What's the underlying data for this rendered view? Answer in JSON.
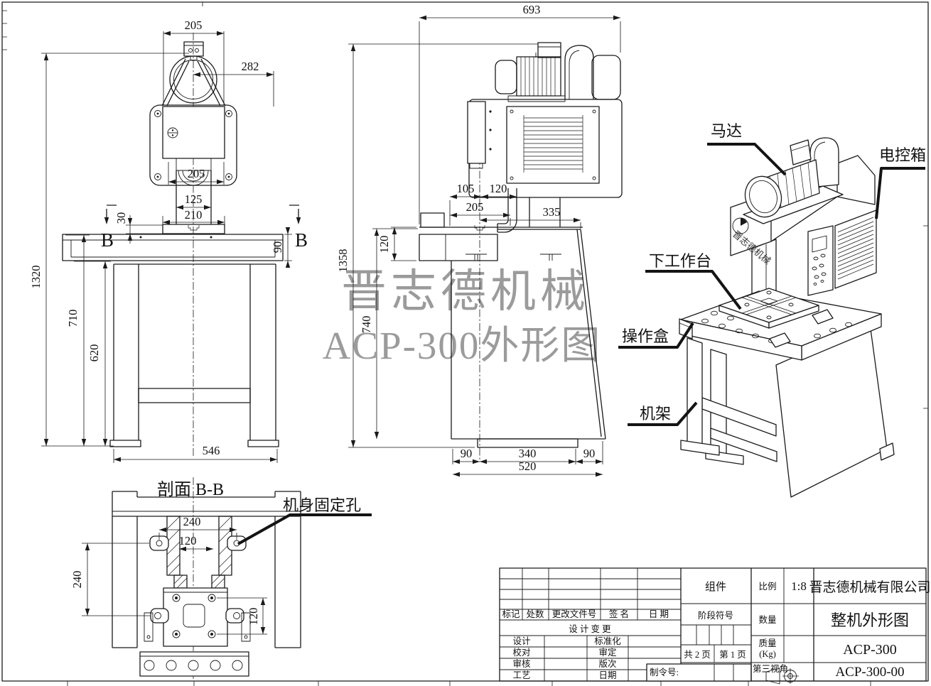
{
  "watermark": {
    "line1": "晋志德机械",
    "line2": "ACP-300外形图"
  },
  "front_view": {
    "dim_motor_width": "205",
    "dim_panel_offset": "282",
    "dim_body_width": "205",
    "dim_ram_width": "125",
    "dim_slide_width": "210",
    "dim_plate_height": "30",
    "dim_table_height": "90",
    "dim_total_height": "1320",
    "dim_stand_upper": "710",
    "dim_stand_lower": "620",
    "dim_base_width": "546",
    "section_letter_left": "B",
    "section_letter_right": "B"
  },
  "side_view": {
    "dim_total_depth": "693",
    "dim_105": "105",
    "dim_120_top": "120",
    "dim_205": "205",
    "dim_335": "335",
    "dim_total_height": "1358",
    "dim_740": "740",
    "dim_120_left": "120",
    "dim_90_front": "90",
    "dim_340": "340",
    "dim_90_rear": "90",
    "dim_base_depth": "520"
  },
  "iso_view": {
    "label_motor": "马达",
    "label_control_box": "电控箱",
    "label_lower_table": "下工作台",
    "label_operation_box": "操作盒",
    "label_frame": "机架",
    "machine_logo": "晋志德机械"
  },
  "section_view": {
    "title": "剖面 B-B",
    "label_fixing_holes": "机身固定孔",
    "dim_240_h": "240",
    "dim_120_h": "120",
    "dim_240_v": "240",
    "dim_120_v": "120"
  },
  "title_block": {
    "part_type": "组件",
    "scale_label": "比例",
    "scale_value": "1:8",
    "company": "晋志德机械有限公司",
    "col_mark": "标记",
    "col_count": "处数",
    "col_doc_no": "更改文件号",
    "col_sign": "签 名",
    "col_date": "日 期",
    "stage_label": "阶段符号",
    "qty_label": "数量",
    "drawing_title": "整机外形图",
    "design_change": "设 计 变 更",
    "mass_label_1": "质量",
    "mass_label_2": "(Kg)",
    "model": "ACP-300",
    "row_design": "设计",
    "row_standardize": "标准化",
    "row_check": "校对",
    "row_approve": "审定",
    "row_review": "审核",
    "row_revision": "版次",
    "row_process": "工艺",
    "row_date": "日期",
    "pages_total": "共 2 页",
    "page_current": "第 1 页",
    "projection_label": "第三视角",
    "order_no_label": "制令号:",
    "drawing_no": "ACP-300-00"
  }
}
